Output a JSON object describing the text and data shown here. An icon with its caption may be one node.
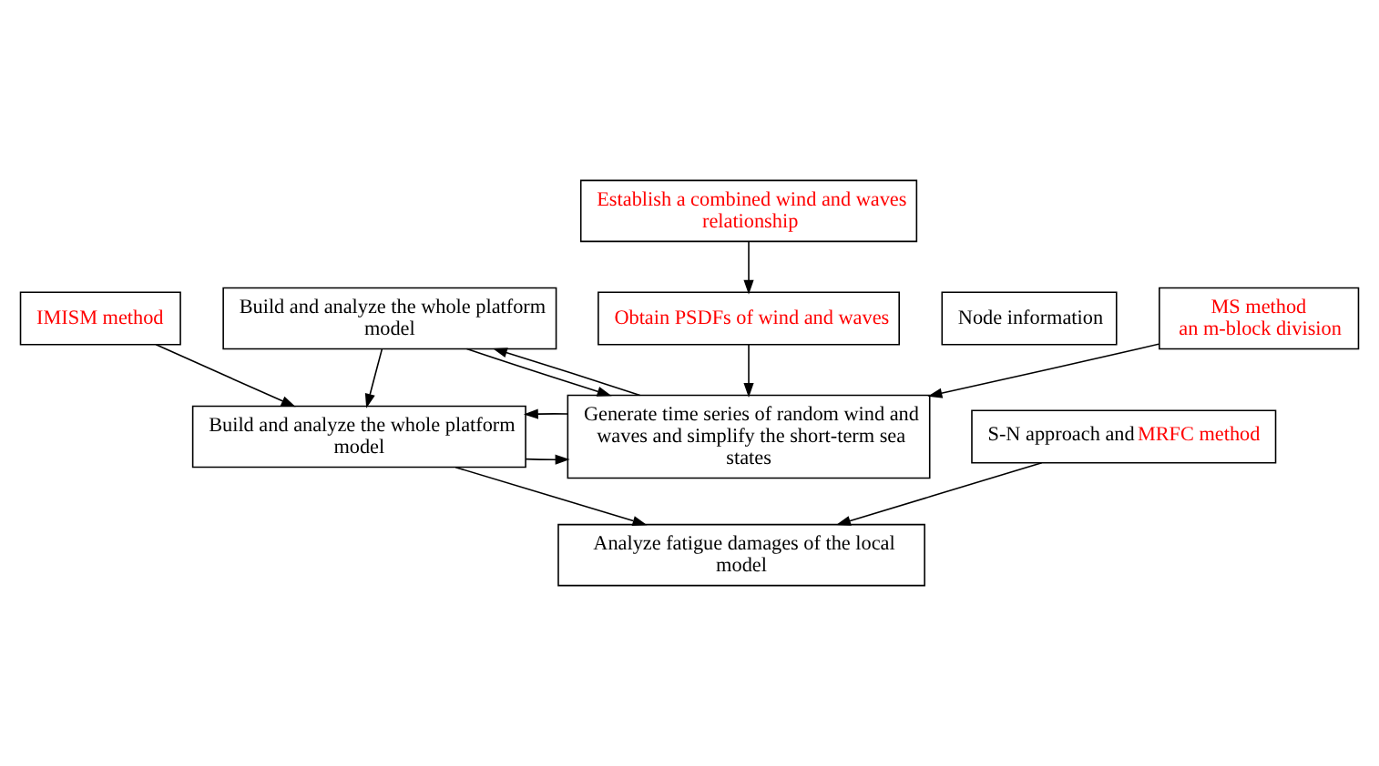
{
  "diagram": {
    "nodes": [
      {
        "text": [
          "Establish a combined wind and waves relationship"
        ]
      },
      {
        "text": [
          "Build and analyze the whole platform model"
        ]
      },
      {
        "text": [
          "Obtain PSDFs of wind and waves"
        ]
      },
      {
        "text": [
          "IMISM method"
        ]
      },
      {
        "text": [
          "Node information"
        ]
      },
      {
        "text": [
          "MS method",
          "an m-block division"
        ]
      },
      {
        "text": [
          "Build and analyze the whole platform model"
        ]
      },
      {
        "text": [
          "Generate time series of random wind and waves and simplify the short-term sea states"
        ]
      },
      {
        "text": [
          "S-N approach and",
          "MRFC method"
        ]
      },
      {
        "text": [
          "Analyze fatigue damages of the local model"
        ]
      }
    ],
    "edges": [
      {
        "from": 0,
        "to": 2,
        "arrow": "to"
      },
      {
        "from": 2,
        "to": 7,
        "arrow": "to"
      },
      {
        "from": 1,
        "to": 7,
        "arrow": "to"
      },
      {
        "from": 6,
        "to": 7,
        "arrow": "to"
      },
      {
        "from": 5,
        "to": 7,
        "arrow": "to"
      },
      {
        "from": 7,
        "to": 1,
        "arrow": "to"
      },
      {
        "from": 7,
        "to": 6,
        "arrow": "to"
      },
      {
        "from": 1,
        "to": 6,
        "arrow": "to"
      },
      {
        "from": 3,
        "to": 6,
        "arrow": "to"
      },
      {
        "from": 6,
        "to": 9,
        "arrow": "to"
      },
      {
        "from": 8,
        "to": 9,
        "arrow": "to"
      }
    ]
  }
}
